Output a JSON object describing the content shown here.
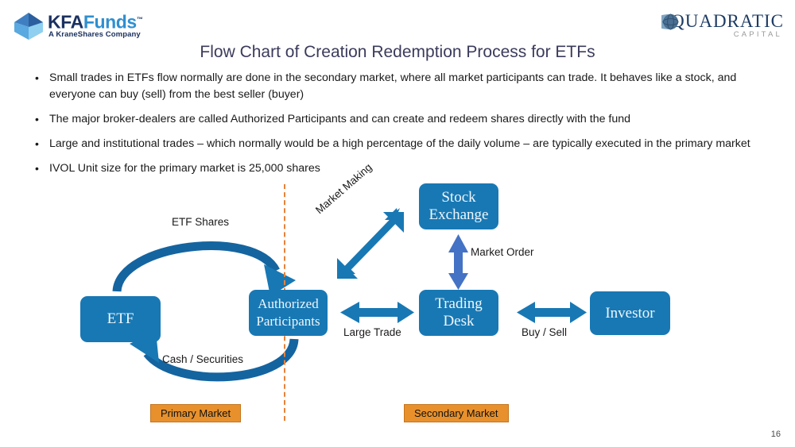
{
  "header": {
    "left_logo": {
      "name": "KFA Funds",
      "word_kfa": "KFA",
      "word_funds": "Funds",
      "trademark": "™",
      "tagline": "A KraneShares Company",
      "cube_icon": "cube-icon",
      "colors": {
        "dark_blue": "#1b3160",
        "light_blue": "#2f8fd0"
      }
    },
    "right_logo": {
      "name": "Quadratic Capital",
      "main": "UADRATIC",
      "initial": "Q",
      "sub": "CAPITAL",
      "globe_icon": "globe-icon",
      "colors": {
        "navy": "#1d3b63",
        "gray": "#9a9a9a"
      }
    }
  },
  "title": "Flow Chart of Creation Redemption Process for ETFs",
  "bullets": [
    "Small trades in ETFs flow normally are done in the secondary market, where all market participants can trade. It behaves like a stock, and everyone can buy (sell) from the best seller (buyer)",
    "The major broker-dealers are called Authorized Participants and can create and redeem shares directly with the fund",
    "Large and institutional trades – which normally would be a high percentage of the daily volume – are typically executed in the primary market",
    "IVOL Unit size for the primary market is 25,000 shares"
  ],
  "bullet_marker": "•",
  "diagram": {
    "nodes": [
      {
        "id": "etf",
        "label": "ETF"
      },
      {
        "id": "ap",
        "label": "Authorized\nParticipants"
      },
      {
        "id": "stock_exchange",
        "label": "Stock\nExchange"
      },
      {
        "id": "trading_desk",
        "label": "Trading\nDesk"
      },
      {
        "id": "investor",
        "label": "Investor"
      }
    ],
    "edges": [
      {
        "id": "etf-shares",
        "label": "ETF Shares",
        "from": "etf",
        "to": "ap",
        "style": "curved-arrow",
        "direction": "one-way"
      },
      {
        "id": "cash-securities",
        "label": "Cash / Securities",
        "from": "ap",
        "to": "etf",
        "style": "curved-arrow",
        "direction": "one-way"
      },
      {
        "id": "market-making",
        "label": "Market Making",
        "from": "ap",
        "to": "stock_exchange",
        "style": "diagonal-arrow",
        "direction": "two-way"
      },
      {
        "id": "large-trade",
        "label": "Large Trade",
        "from": "ap",
        "to": "trading_desk",
        "style": "horizontal-arrow",
        "direction": "two-way"
      },
      {
        "id": "market-order",
        "label": "Market Order",
        "from": "trading_desk",
        "to": "stock_exchange",
        "style": "vertical-arrow",
        "direction": "two-way"
      },
      {
        "id": "buy-sell",
        "label": "Buy / Sell",
        "from": "trading_desk",
        "to": "investor",
        "style": "horizontal-arrow",
        "direction": "two-way"
      }
    ],
    "badges": [
      {
        "id": "primary",
        "label": "Primary Market"
      },
      {
        "id": "secondary",
        "label": "Secondary Market"
      }
    ],
    "divider": {
      "style": "dashed-vertical",
      "color": "#e8823a"
    },
    "colors": {
      "box_fill": "#1878b4",
      "box_text": "#eef6fb",
      "arrow_blue": "#1f78b4",
      "arrow_dark": "#1464a0",
      "vertical_arrow_blue": "#4472c4",
      "badge_fill": "#e8912c",
      "badge_border": "#c4741b"
    }
  },
  "page_number": "16"
}
